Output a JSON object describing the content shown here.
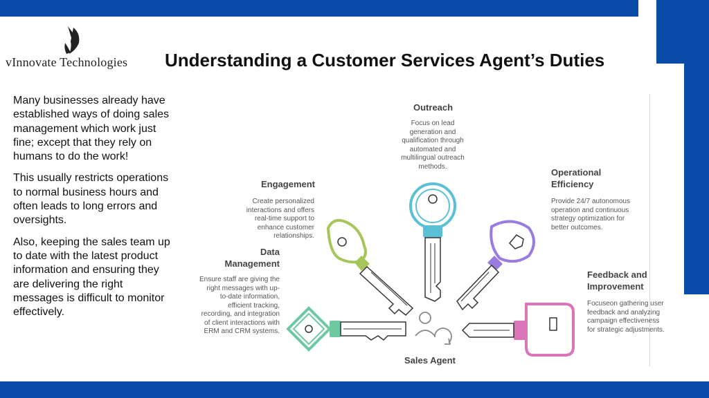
{
  "brand": {
    "name": "vInnovate Technologies"
  },
  "title": "Understanding a Customer Services Agent’s Duties",
  "body": {
    "p1": "Many businesses already have established ways of doing sales management which work just fine; except that they rely on humans to do the work!",
    "p2": "This usually restricts operations to normal business hours and often leads to long errors and oversights.",
    "p3": "Also, keeping the sales team up to date with the latest product  information and ensuring they are delivering the right messages is difficult to monitor effectively."
  },
  "diagram": {
    "center_label": "Sales Agent",
    "items": [
      {
        "label": "Outreach",
        "desc": "Focus on lead generation and qualification through automated and multilingual outreach methods.",
        "color": "#5bc0d6"
      },
      {
        "label": "Engagement",
        "desc": "Create personalized interactions and offers real-time support to enhance customer relationships.",
        "color": "#a6c65a"
      },
      {
        "label": "Data Management",
        "desc": "Ensure staff are giving the right messages with up-to-date information, efficient tracking, recording, and integration of client interactions with ERM and CRM systems.",
        "color": "#6cc9a2"
      },
      {
        "label": "Operational Efficiency",
        "desc": "Provide 24/7 autonomous operation and continuous strategy optimization for better outcomes.",
        "color": "#9a7ce0"
      },
      {
        "label": "Feedback and Improvement",
        "desc": "Focuseon gathering user feedback and analyzing campaign effectiveness for strategic adjustments.",
        "color": "#d975b8"
      }
    ]
  }
}
